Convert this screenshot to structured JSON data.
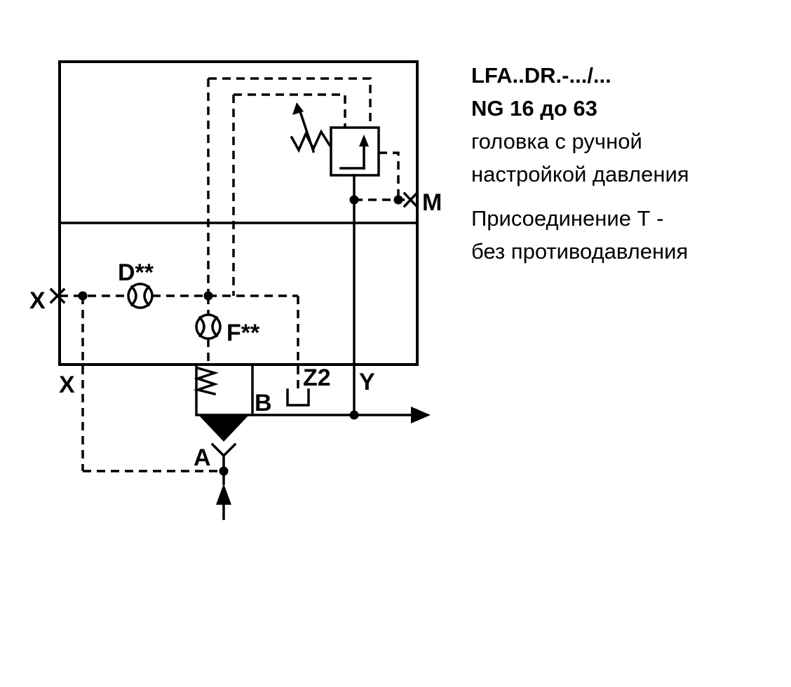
{
  "info": {
    "model": "LFA..DR.-.../...",
    "size": "NG 16 до 63",
    "desc_line1": "головка с ручной",
    "desc_line2": "настройкой давления",
    "desc_line3": "Присоединение Т -",
    "desc_line4": "без противодавления"
  },
  "labels": {
    "port_x": "X",
    "pilot_x": "X",
    "orifice_d": "D**",
    "orifice_f": "F**",
    "port_b": "B",
    "port_z2": "Z2",
    "port_y": "Y",
    "port_a": "A",
    "port_m": "M"
  },
  "colors": {
    "line": "#000000",
    "background": "#ffffff"
  }
}
